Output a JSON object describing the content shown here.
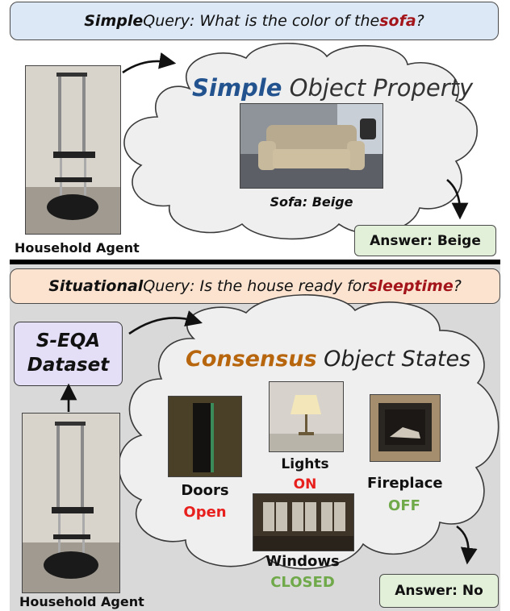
{
  "colors": {
    "simple_blue": "#23538f",
    "consensus_orange": "#b8660d",
    "keyword_red": "#a3151b",
    "on_red": "#e8201d",
    "off_green": "#6fa94a",
    "answer_bg": "#e2f0d9",
    "dataset_bg": "#e4dff6",
    "top_query_bg": "#dce8f5",
    "bottom_query_bg": "#fbe3d0",
    "bottom_panel_bg": "#d9d9d9"
  },
  "top": {
    "query": {
      "prefix": "Simple",
      "text": " Query: What is the color of the ",
      "keyword": "sofa",
      "suffix": "?"
    },
    "cloud_title": {
      "emph": "Simple",
      "rest": " Object Property"
    },
    "object_caption": "Sofa: Beige",
    "agent_label": "Household Agent",
    "answer": "Answer: Beige"
  },
  "bottom": {
    "query": {
      "prefix": "Situational",
      "text": " Query: Is the house ready for ",
      "keyword": "sleeptime",
      "suffix": "?"
    },
    "dataset": {
      "line1": "S-EQA",
      "line2": "Dataset"
    },
    "cloud_title": {
      "emph": "Consensus",
      "rest": " Object States"
    },
    "objects": {
      "doors": {
        "name": "Doors",
        "state": "Open"
      },
      "lights": {
        "name": "Lights",
        "state": "ON"
      },
      "fireplace": {
        "name": "Fireplace",
        "state": "OFF"
      },
      "windows": {
        "name": "Windows",
        "state": "CLOSED"
      }
    },
    "agent_label": "Household Agent",
    "answer": "Answer: No"
  }
}
